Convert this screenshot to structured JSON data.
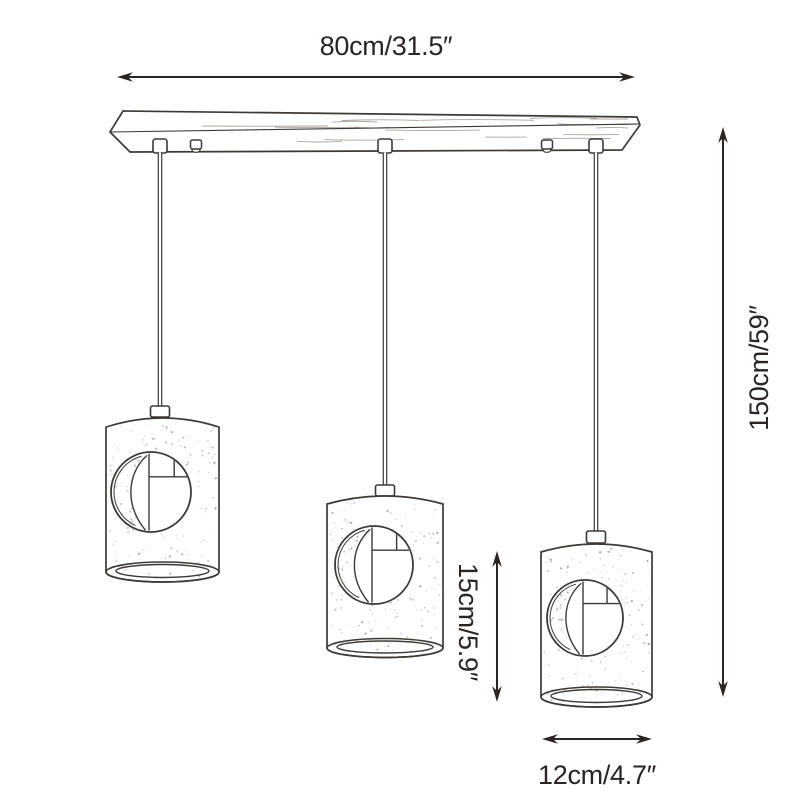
{
  "diagram": {
    "subject": "three-light linear pendant with cylindrical concrete shades",
    "pendant_count": 3,
    "dimensions": {
      "fixture_width": {
        "label": "80cm/31.5″"
      },
      "drop_height": {
        "label": "150cm/59″"
      },
      "shade_height": {
        "label": "15cm/5.9″"
      },
      "shade_diameter": {
        "label": "12cm/4.7″"
      }
    },
    "colors": {
      "background": "#ffffff",
      "line": "#3d3935",
      "dimension": "#2b2420",
      "speckle": "#a29a92",
      "wood_grain": "#9d968e"
    }
  }
}
